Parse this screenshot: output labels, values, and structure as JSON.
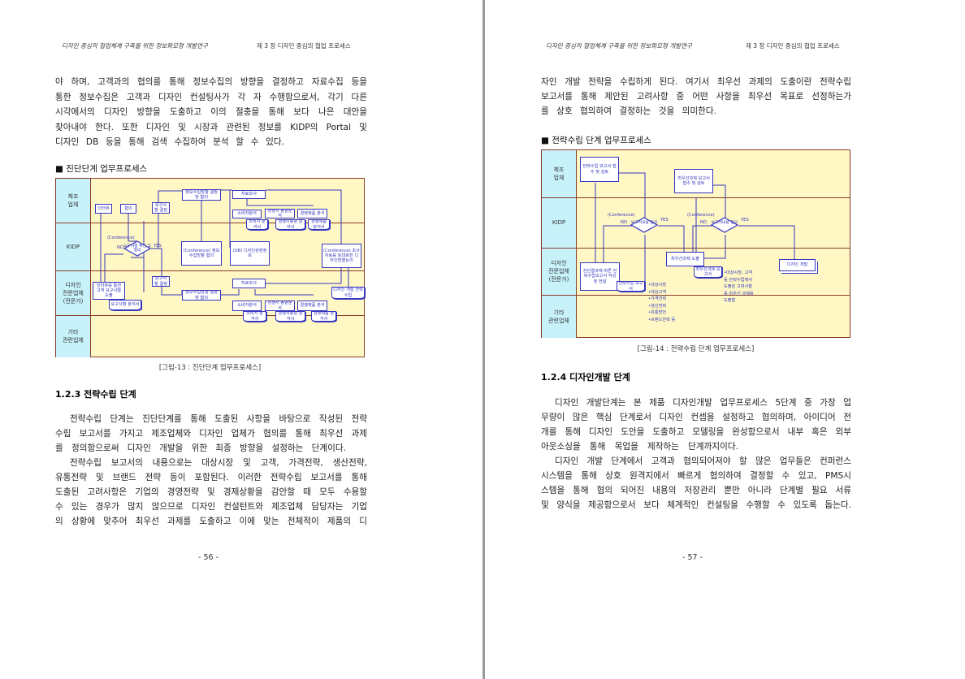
{
  "left_page": {
    "header_left": "디자인 중심의 협업체계 구축을 위한 정보화모형 개발연구",
    "header_right": "제 3 장 디자인 중심의 협업 프로세스",
    "para0": [
      "야 하며, 고객과의 협의를 통해 정보수집의 방향을 결정하고 자료수집 등을",
      "통한 정보수집은 고객과 디자인 컨설팅사가 각 자 수행함으로서, 각기 다른",
      "시각에서의 디자인 방향을 도출하고 이의 절충을 통해 보다 나은 대안을",
      "찾아내야 한다. 또한 디자인 및 시장과 관련된 정보를 KIDP의 Portal 및",
      "디자인 DB 등을 통해 검색 수집하여 분석 할 수 있다."
    ],
    "section": "■ 진단단계 업무프로세스",
    "figure": {
      "lanes": [
        "제조\n업체",
        "KIDP",
        "디자인\n전문업체\n(전문가)",
        "기타\n관련업체"
      ],
      "boxes": {
        "interview": "인터뷰",
        "consult": "협의",
        "req_decide": "요구사항 결정",
        "info_dir": "정보수집방향 결정 및 협의",
        "research": "자료조사",
        "consumer": "소비자분석",
        "competitor": "경쟁자 동향분석",
        "product": "경쟁제품 분석",
        "consumer_doc": "소비자 분석서",
        "competitor_doc": "경쟁자동향 분석서",
        "product_doc": "경쟁제품 분석서",
        "conf_info": "(Conference) 정보수집방향 협의",
        "db": "(DB) 디자인관련정보",
        "conf_research": "(Conference) 조사자료를 토대로한 디자인방향논의",
        "derive": "인터뷰를 통한 고객 요구사항 도출",
        "req_doc": "요구사항 분석서",
        "strategy": "디자인 개발 전략 수립",
        "diamond": "요구사항 확인 및 협의",
        "conference": "(Conference)",
        "no": "NO",
        "yes": "YES"
      }
    },
    "caption": "[그림-13 : 진단단계 업무프로세스]",
    "heading": "1.2.3 전략수립 단계",
    "para1": [
      "전략수립 단계는 진단단계를 통해 도출된 사항을 바탕으로 작성된 전략",
      "수립 보고서를 가지고 제조업체와 디자인 업체가 협의를 통해 최우선 과제",
      "를 정의함으로써 디자인 개발을 위한 최종 방향을 설정하는 단계이다."
    ],
    "para2": [
      "전략수립 보고서의 내용으로는 대상시장 및 고객, 가격전략, 생산전략,",
      "유통전략 및 브랜드 전략 등이 포함된다. 이러한 전략수립 보고서를 통해",
      "도출된 고려사항은 기업의 경영전략 및 경제상황을 감안할 때 모두 수용할",
      "수 있는 경우가 많지 않으므로 디자인 컨설턴트와 제조업체 담당자는 기업",
      "의 상황에 맞추어 최우선 과제를 도출하고 이에 맞는 전체적이 제품의 디"
    ],
    "page_number": "- 56 -"
  },
  "right_page": {
    "header_left": "디자인 중심의 협업체계 구축을 위한 정보화모형 개발연구",
    "header_right": "제 3 장 디자인 중심의 협업 프로세스",
    "para0": [
      "자인 개발 전략을 수립하게 된다. 여기서 최우선 과제의 도출이란 전략수립",
      "보고서를 통해 제안된 고려사항 중 어떤 사항을 최우선 목표로 선정하는가",
      "를 상호 협의하여 결정하는 것을 의미한다."
    ],
    "section": "■ 전략수립 단계 업무프로세스",
    "figure": {
      "lanes": [
        "제조\n업체",
        "KIDP",
        "디자인\n전문업체\n(전문가)",
        "기타\n관련업체"
      ],
      "boxes": {
        "report_review": "전략수립 보고서 접수 및 검토",
        "priority_review": "최우선과제 보고서 접수 및 검토",
        "write_report": "진단결과에 따른 전략수립보고서 작성 및 전달",
        "report_doc": "전략수립 보고서",
        "priority": "최우선과제 도출",
        "priority_doc": "최우선과제 보고서",
        "design_dev": "디자인 개발",
        "diamond": "보고서내용 협의",
        "conference": "(Conference)",
        "no": "NO",
        "yes": "YES"
      },
      "bullets1": [
        "•대상시장",
        "•대상고객",
        "•가격전략",
        "•생산전략",
        "•유통방안",
        "•브랜드전략 등"
      ],
      "bullets2": [
        "•대상시장, 고객",
        "등 전략수립에서",
        "도출된 고려사항",
        "중 최우선 과제를",
        "도출함"
      ]
    },
    "caption": "[그림-14 : 전략수립 단계 업무프로세스]",
    "heading": "1.2.4 디자인개발 단계",
    "para1": [
      "디자인 개발단계는 본 제품 디자인개발 업무프로세스 5단계 중 가장 업",
      "무량이 많은 핵심 단계로서 디자인 컨셉을 설정하고 협의하며, 아이디어 전",
      "개를 통해 디자인 도안을 도출하고 모델링을 완성함으로서 내부 혹은 외부",
      "아웃소싱을 통해 목업을 제작하는 단계까지이다."
    ],
    "para2": [
      "디자인 개발 단계에서 고객과 협의되어져야 할 많은 업무들은 컨퍼런스",
      "시스템을 통해 상호 원격지에서 빠르게 협의하여 결정할 수 있고, PMS시",
      "스템을 통해 협의 되어진 내용의 저장관리 뿐만 아니라 단계별 필요 서류",
      "및 양식을 제공함으로서 보다 체계적인 컨설팅을 수행할 수 있도록 돕는다."
    ],
    "page_number": "- 57 -"
  },
  "colors": {
    "lane_label": "#c8f2fa",
    "lane_body": "#fff8c4",
    "lane_border": "#8a3a2a",
    "flow": "#3535c0",
    "divider": "#9a9a9a"
  }
}
